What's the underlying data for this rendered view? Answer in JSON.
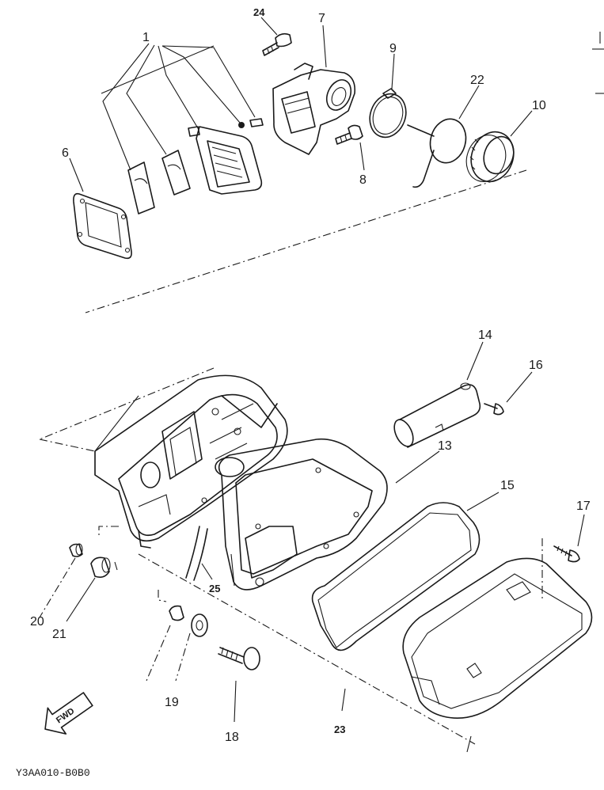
{
  "diagram": {
    "drawing_code": "Y3AA010-B0B0",
    "direction_arrow": "FWD",
    "callouts": {
      "c1": "1",
      "c6": "6",
      "c7": "7",
      "c8": "8",
      "c9": "9",
      "c10": "10",
      "c13": "13",
      "c14": "14",
      "c15": "15",
      "c16": "16",
      "c17": "17",
      "c18": "18",
      "c19": "19",
      "c20": "20",
      "c21": "21",
      "c22": "22",
      "c23": "23",
      "c24": "24",
      "c25": "25"
    }
  }
}
